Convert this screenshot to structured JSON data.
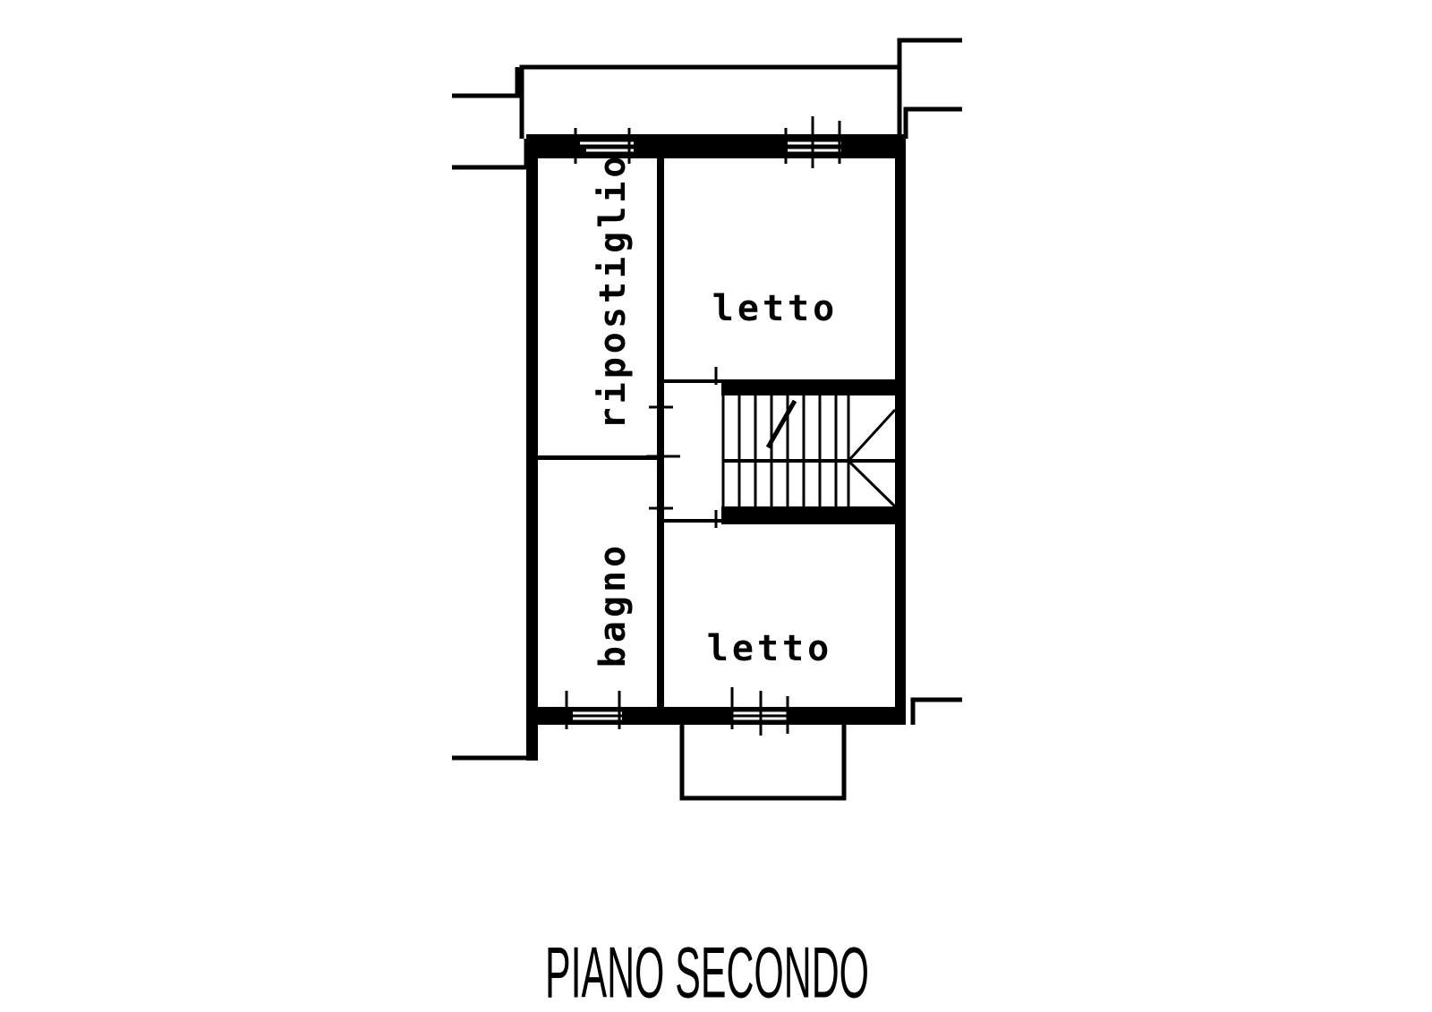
{
  "plan": {
    "title": "PIANO SECONDO",
    "rooms": [
      {
        "label": "ripostiglio"
      },
      {
        "label": "letto"
      },
      {
        "label": "bagno"
      },
      {
        "label": "letto"
      }
    ]
  },
  "colors": {
    "line": "#000000",
    "background": "#ffffff"
  }
}
